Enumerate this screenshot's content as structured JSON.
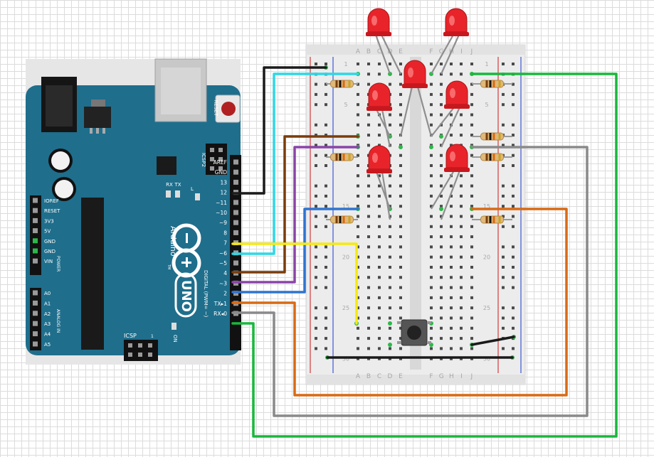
{
  "arduino": {
    "reset_label": "RESET",
    "icsp2_label": "ICSP2",
    "rx_label": "RX",
    "tx_label": "TX",
    "l_label": "L",
    "brand": "Arduino",
    "tm": "TM",
    "model": "UNO",
    "icsp_label": "ICSP",
    "icsp_pin1": "1",
    "on_label": "ON",
    "digital_label": "DIGITAL (PWM= ~)",
    "power_label": "POWER",
    "analog_label": "ANALOG IN",
    "digital_pins": [
      "AREF",
      "GND",
      "13",
      "12",
      "~11",
      "~10",
      "~9",
      "8",
      "7",
      "~6",
      "~5",
      "4",
      "~3",
      "2",
      "TX▸1",
      "RX◂0"
    ],
    "power_pins": [
      "IOREF",
      "RESET",
      "3V3",
      "5V",
      "GND",
      "GND",
      "VIN"
    ],
    "analog_pins": [
      "A0",
      "A1",
      "A2",
      "A3",
      "A4",
      "A5"
    ]
  },
  "breadboard": {
    "columns_left": [
      "A",
      "B",
      "C",
      "D",
      "E"
    ],
    "columns_right": [
      "F",
      "G",
      "H",
      "I",
      "J"
    ],
    "row_numbers": [
      "1",
      "5",
      "10",
      "15",
      "20",
      "25",
      "30"
    ]
  },
  "colors": {
    "board_blue": "#1f6e8c",
    "breadboard": "#ececec",
    "led_red": "#e8242a",
    "wire_black": "#1a1a1a",
    "wire_cyan": "#2fd7e6",
    "wire_brown": "#7a3d0c",
    "wire_purple": "#8a45a8",
    "wire_blue": "#2f74d0",
    "wire_yellow": "#f5ea12",
    "wire_orange": "#d96a14",
    "wire_gray": "#8a8a8a",
    "wire_green": "#18b83c"
  }
}
